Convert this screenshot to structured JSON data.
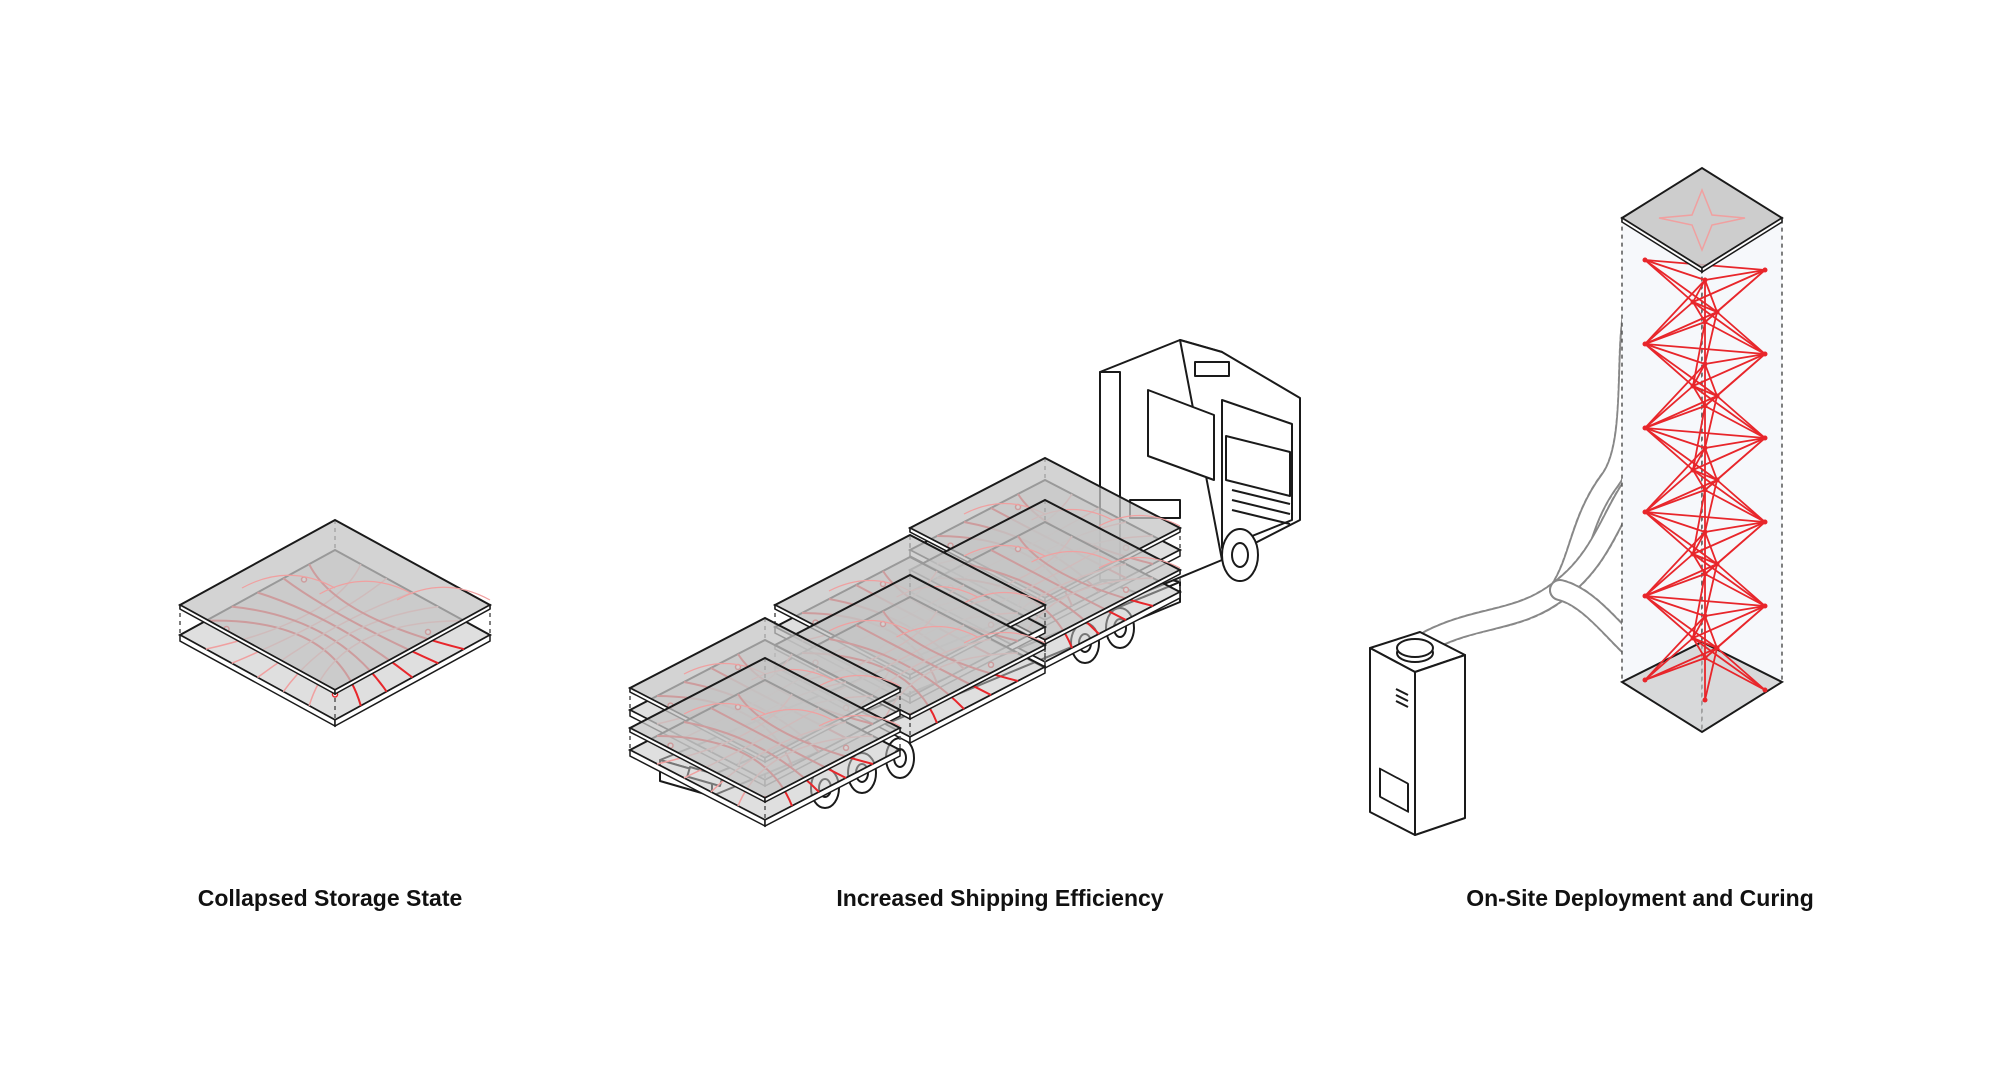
{
  "panels": [
    {
      "caption": "Collapsed Storage State"
    },
    {
      "caption": "Increased Shipping Efficiency"
    },
    {
      "caption": "On-Site Deployment and Curing"
    }
  ],
  "colors": {
    "line": "#1a1a1a",
    "cable": "#e8262b",
    "cable_light": "#f0a0a0",
    "plate_fill": "#c4c4c4",
    "dash": "#555555"
  },
  "icons": [
    "storage-module-icon",
    "truck-icon",
    "generator-icon",
    "hose-icon",
    "tower-module-icon"
  ]
}
